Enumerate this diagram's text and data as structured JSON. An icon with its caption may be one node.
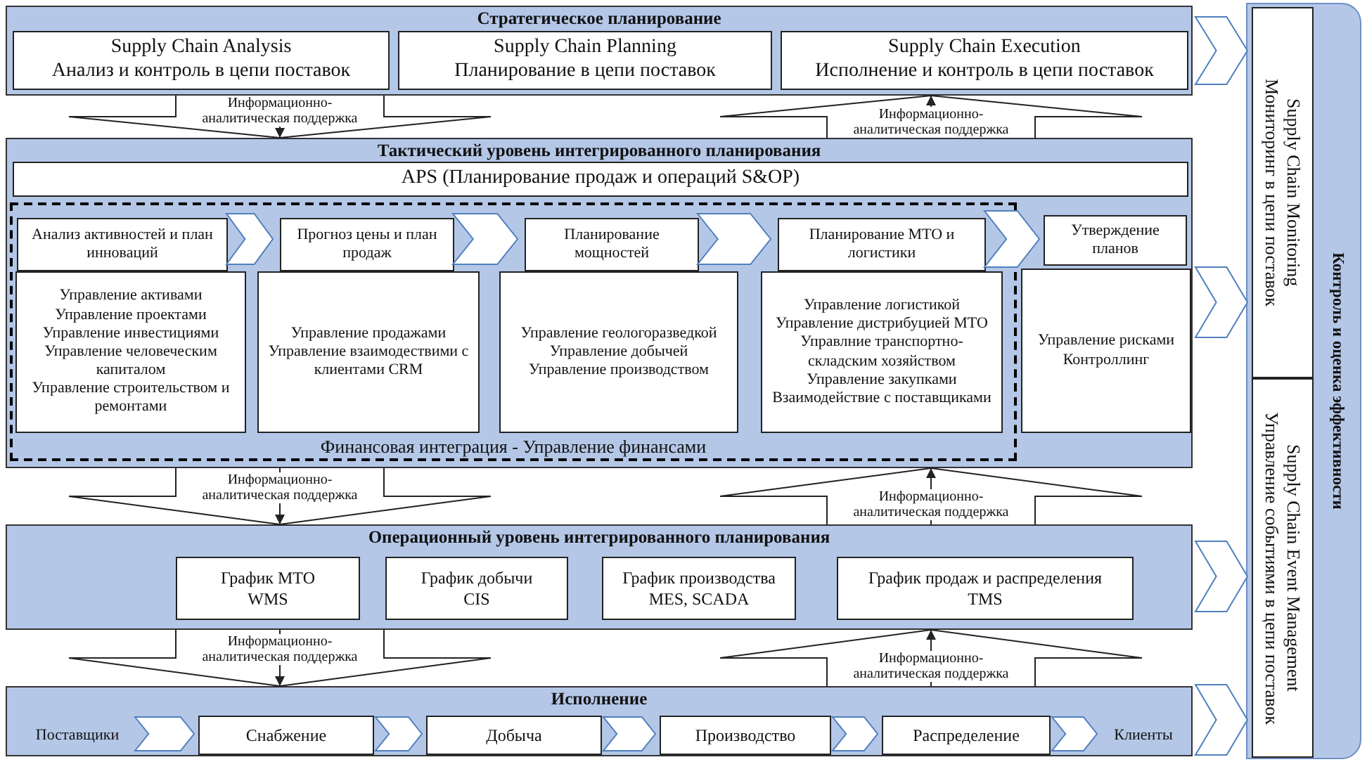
{
  "diagram": {
    "nodes": [
      {
        "text": [
          "Стратегическое планирование"
        ]
      },
      {
        "text": [
          "Supply Chain Analysis",
          "Анализ и контроль в цепи поставок"
        ],
        "in": 0
      },
      {
        "text": [
          "Supply Chain Planning",
          "Планирование в цепи поставок"
        ],
        "in": 0
      },
      {
        "text": [
          "Supply Chain Execution",
          "Исполнение и контроль в цепи поставок"
        ],
        "in": 0
      },
      {
        "text": [
          "Тактический уровень интегрированного планирования"
        ]
      },
      {
        "text": [
          "APS (Планирование продаж и операций S&OP)"
        ],
        "in": 4
      },
      {
        "text": [
          "Финансовая интеграция - Управление финансами"
        ],
        "in": 4
      },
      {
        "text": [
          "Анализ активностей и план инноваций"
        ],
        "in": 6
      },
      {
        "text": [
          "Управление активами",
          "Управление проектами",
          "Управление инвестициями",
          "Управление человеческим капиталом",
          "Управление строительством и ремонтами"
        ],
        "in": 6
      },
      {
        "text": [
          "Прогноз цены и план продаж"
        ],
        "in": 6
      },
      {
        "text": [
          "Управление продажами",
          "Управление взаимодествими с клиентами CRM"
        ],
        "in": 6
      },
      {
        "text": [
          "Планирование мощностей"
        ],
        "in": 6
      },
      {
        "text": [
          "Управление геологоразведкой",
          "Управление добычей",
          "Управление производством"
        ],
        "in": 6
      },
      {
        "text": [
          "Планирование МТО и логистики"
        ],
        "in": 6
      },
      {
        "text": [
          "Управление логистикой",
          "Управление дистрибуцией МТО",
          "Управлние транспортно-складским хозяйством",
          "Управление закупками",
          "Взаимодействие с поставщиками"
        ],
        "in": 6
      },
      {
        "text": [
          "Утверждение планов"
        ],
        "in": 4
      },
      {
        "text": [
          "Управление рисками",
          "Контроллинг"
        ],
        "in": 4
      },
      {
        "text": [
          "Операционный уровень интегрированного планирования"
        ]
      },
      {
        "text": [
          "График МТО",
          "WMS"
        ],
        "in": 17
      },
      {
        "text": [
          "График добычи",
          "CIS"
        ],
        "in": 17
      },
      {
        "text": [
          "График производства",
          "MES, SCADA"
        ],
        "in": 17
      },
      {
        "text": [
          "График продаж и распределения",
          "TMS"
        ],
        "in": 17
      },
      {
        "text": [
          "Исполнение"
        ]
      },
      {
        "text": [
          "Поставщики"
        ],
        "in": 22
      },
      {
        "text": [
          "Снабжение"
        ],
        "in": 22
      },
      {
        "text": [
          "Добыча"
        ],
        "in": 22
      },
      {
        "text": [
          "Производство"
        ],
        "in": 22
      },
      {
        "text": [
          "Распределение"
        ],
        "in": 22
      },
      {
        "text": [
          "Клиенты"
        ],
        "in": 22
      },
      {
        "text": [
          "Контроль и оценка эффективности"
        ]
      },
      {
        "text": [
          "Supply Chain Monitoring",
          "Мониторинг в цепи поставок"
        ],
        "in": 29
      },
      {
        "text": [
          "Supply Chain Event Management",
          "Управление событиями в цепи поставок"
        ],
        "in": 29
      }
    ],
    "edges": [
      {
        "from": 0,
        "to": 4,
        "arrow": "to",
        "label": "Информационно-аналитическая поддержка"
      },
      {
        "from": 4,
        "to": 0,
        "arrow": "to",
        "label": "Информационно-аналитическая поддержка"
      },
      {
        "from": 4,
        "to": 17,
        "arrow": "to",
        "label": "Информационно-аналитическая поддержка"
      },
      {
        "from": 17,
        "to": 4,
        "arrow": "to",
        "label": "Информационно-аналитическая поддержка"
      },
      {
        "from": 17,
        "to": 22,
        "arrow": "to",
        "label": "Информационно-аналитическая поддержка"
      },
      {
        "from": 22,
        "to": 17,
        "arrow": "to",
        "label": "Информационно-аналитическая поддержка"
      },
      {
        "from": 7,
        "to": 9,
        "arrow": "to"
      },
      {
        "from": 9,
        "to": 11,
        "arrow": "to"
      },
      {
        "from": 11,
        "to": 13,
        "arrow": "to"
      },
      {
        "from": 13,
        "to": 15,
        "arrow": "to"
      },
      {
        "from": 23,
        "to": 24,
        "arrow": "to"
      },
      {
        "from": 24,
        "to": 25,
        "arrow": "to"
      },
      {
        "from": 25,
        "to": 26,
        "arrow": "to"
      },
      {
        "from": 26,
        "to": 27,
        "arrow": "to"
      },
      {
        "from": 27,
        "to": 28,
        "arrow": "to"
      },
      {
        "from": 0,
        "to": 30,
        "arrow": "to"
      },
      {
        "from": 4,
        "to": 30,
        "arrow": "to"
      },
      {
        "from": 17,
        "to": 31,
        "arrow": "to"
      },
      {
        "from": 22,
        "to": 31,
        "arrow": "to"
      }
    ]
  }
}
